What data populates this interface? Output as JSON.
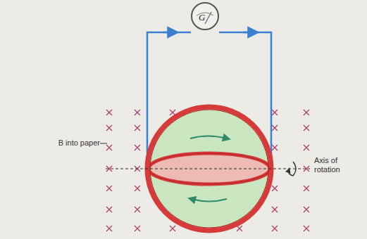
{
  "diagram": {
    "nodes": [
      {
        "text": [
          "G"
        ]
      }
    ],
    "labels": [
      "B into paper",
      "Axis of rotation"
    ]
  }
}
